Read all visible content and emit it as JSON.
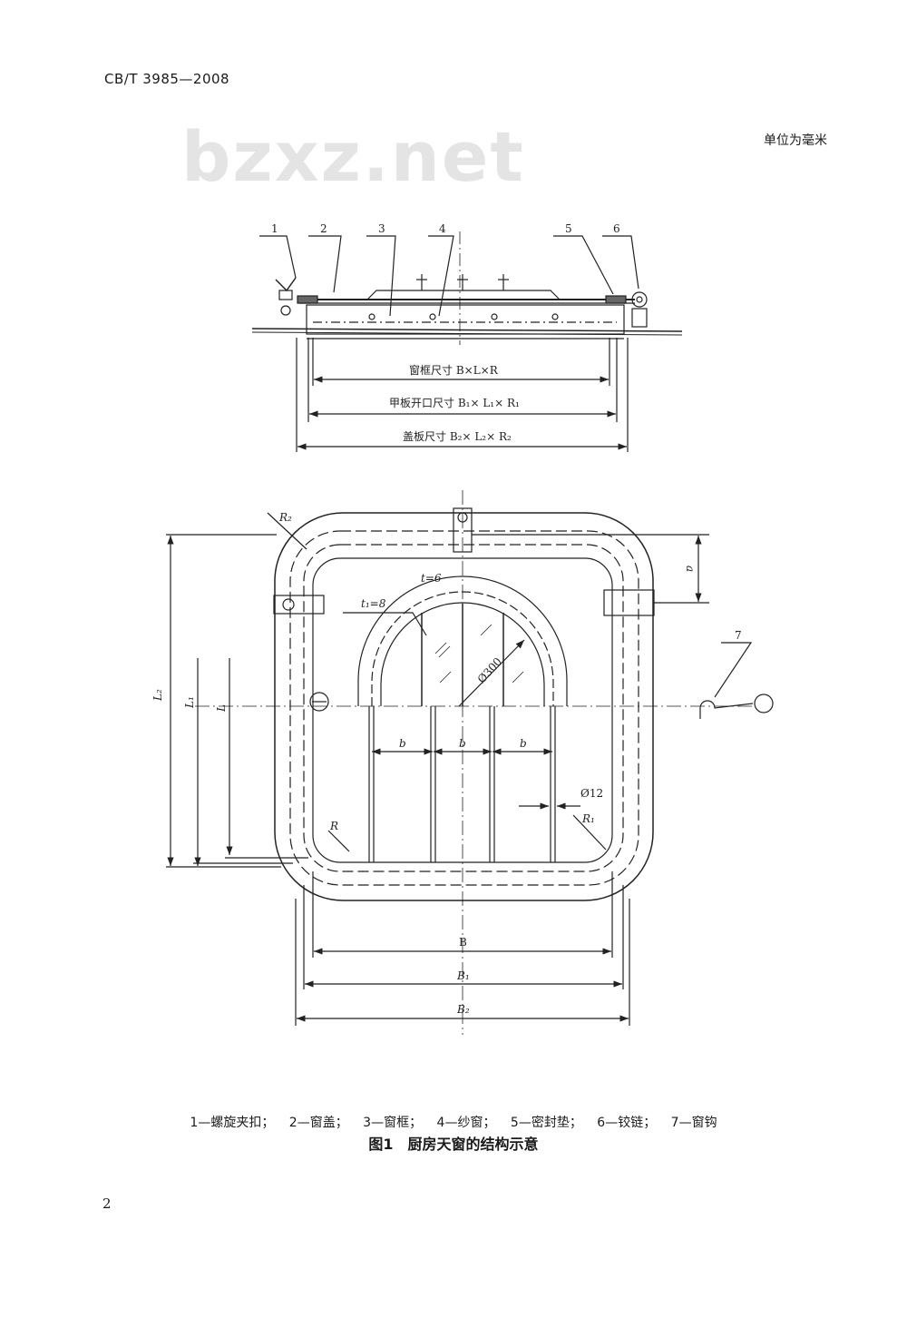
{
  "header": {
    "standard_code": "CB/T 3985—2008",
    "unit_note": "单位为毫米"
  },
  "watermark": "bzxz.net",
  "section_view": {
    "callouts": [
      "1",
      "2",
      "3",
      "4",
      "5",
      "6"
    ],
    "dim_frame": "窗框尺寸 B×L×R",
    "dim_deck_opening": "甲板开口尺寸 B₁× L₁× R₁",
    "dim_cover": "盖板尺寸 B₂× L₂× R₂"
  },
  "plan_view": {
    "R2": "R₂",
    "t": "t=6",
    "t1": "t₁=8",
    "d300": "Ø300",
    "d12": "Ø12",
    "R": "R",
    "R1": "R₁",
    "L2": "L₂",
    "L1": "L₁",
    "L": "L",
    "b": "b",
    "a": "a",
    "B": "B",
    "B1": "B₁",
    "B2": "B₂",
    "callout7": "7"
  },
  "legend": [
    "1—螺旋夹扣；",
    "2—窗盖；",
    "3—窗框；",
    "4—纱窗；",
    "5—密封垫；",
    "6—铰链；",
    "7—窗钩"
  ],
  "caption": "图1　厨房天窗的结构示意",
  "page_number": "2"
}
